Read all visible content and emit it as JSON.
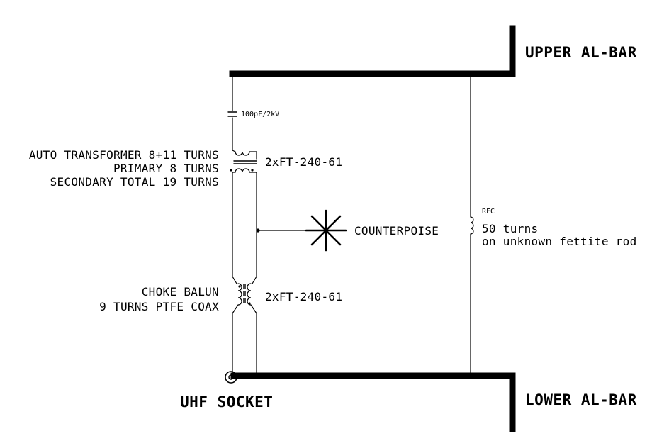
{
  "labels": {
    "upper_bar": "UPPER AL-BAR",
    "lower_bar": "LOWER AL-BAR",
    "capacitor": "100pF/2kV",
    "auto_transformer": {
      "line1": "AUTO TRANSFORMER 8+11 TURNS",
      "line2": "PRIMARY 8 TURNS",
      "line3": "SECONDARY TOTAL 19 TURNS"
    },
    "core_top": "2xFT-240-61",
    "counterpoise": "COUNTERPOISE",
    "rfc": {
      "title": "RFC",
      "line1": "50 turns",
      "line2": "on unknown fettite rod"
    },
    "choke_balun": {
      "line1": "CHOKE BALUN",
      "line2": "9 TURNS PTFE COAX"
    },
    "core_bottom": "2xFT-240-61",
    "uhf_socket": "UHF SOCKET"
  },
  "colors": {
    "ink": "#000000",
    "paper": "#ffffff"
  }
}
